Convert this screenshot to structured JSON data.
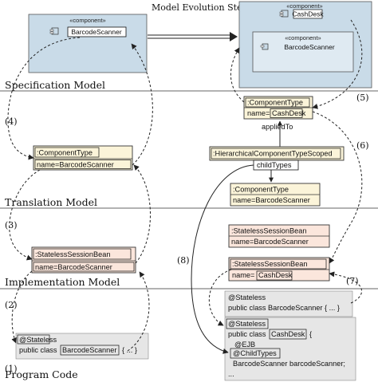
{
  "header": {
    "model_evolution_step": "Model Evolution Step"
  },
  "sections": {
    "specification": "Specification Model",
    "translation": "Translation Model",
    "implementation": "Implementation Model",
    "program_code": "Program Code"
  },
  "steps": [
    "(1)",
    "(2)",
    "(3)",
    "(4)",
    "(5)",
    "(6)",
    "(7)",
    "(8)"
  ],
  "left": {
    "spec_component": {
      "stereotype": "«component»",
      "name": "BarcodeScanner"
    },
    "translation_obj": {
      "title": ":ComponentType",
      "attr": "name=BarcodeScanner"
    },
    "impl_obj": {
      "title": ":StatelessSessionBean",
      "attr": "name=BarcodeScanner"
    },
    "code": {
      "line1": "@Stateless",
      "line2_prefix": "public class",
      "line2_name": "BarcodeScanner",
      "line2_suffix": "{ ... }"
    }
  },
  "right": {
    "outer_component": {
      "stereotype": "«component»",
      "name": "CashDesk"
    },
    "inner_component": {
      "stereotype": "«component»",
      "name": "BarcodeScanner"
    },
    "comp_type_cashdesk": {
      "title": ":ComponentType",
      "attr_prefix": "name=",
      "attr_value": "CashDesk"
    },
    "applied_to": "appliedTo",
    "hier_type": {
      "title": ":HierarchicalComponentTypeScoped"
    },
    "child_types": "childTypes",
    "comp_type_barcode": {
      "title": ":ComponentType",
      "attr": "name=BarcodeScanner"
    },
    "ssb_barcode": {
      "title": ":StatelessSessionBean",
      "attr": "name=BarcodeScanner"
    },
    "ssb_cashdesk": {
      "title": ":StatelessSessionBean",
      "attr_prefix": "name=",
      "attr_value": "CashDesk"
    },
    "code": {
      "block1_line1": "@Stateless",
      "block1_line2": "public class BarcodeScanner { ... }",
      "block2_line1": "@Stateless",
      "block2_line2_prefix": "public class",
      "block2_line2_name": "CashDesk",
      "block2_line2_suffix": "{",
      "block2_line3": "@EJB",
      "block2_line4": "@ChildTypes",
      "block2_line5": "BarcodeScanner barcodeScanner;",
      "block2_line6": "..."
    }
  }
}
